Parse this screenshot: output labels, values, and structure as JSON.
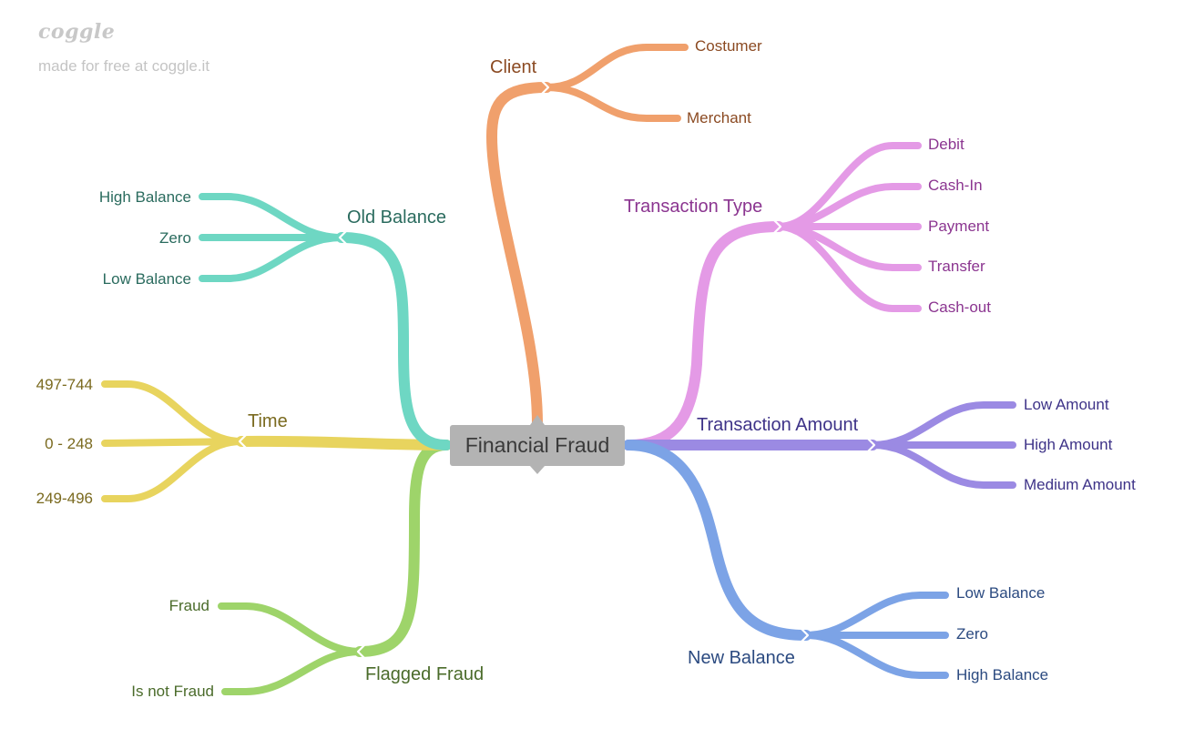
{
  "brand": {
    "logo": "coggle",
    "tagline": "made for free at coggle.it"
  },
  "root": {
    "label": "Financial Fraud"
  },
  "branches": [
    {
      "id": "client",
      "label": "Client",
      "color": "#f0a06c",
      "text_color": "#8b4a22",
      "children": [
        "Costumer",
        "Merchant"
      ]
    },
    {
      "id": "transaction-type",
      "label": "Transaction Type",
      "color": "#e49ae6",
      "text_color": "#8b3590",
      "children": [
        "Debit",
        "Cash-In",
        "Payment",
        "Transfer",
        "Cash-out"
      ]
    },
    {
      "id": "transaction-amount",
      "label": "Transaction Amount",
      "color": "#9b8ae3",
      "text_color": "#3e3388",
      "children": [
        "Low Amount",
        "High Amount",
        "Medium Amount"
      ]
    },
    {
      "id": "new-balance",
      "label": "New Balance",
      "color": "#7ca3e6",
      "text_color": "#2b4a80",
      "children": [
        "Low Balance",
        "Zero",
        "High Balance"
      ]
    },
    {
      "id": "flagged-fraud",
      "label": "Flagged Fraud",
      "color": "#9ed46a",
      "text_color": "#4a6b2a",
      "children": [
        "Fraud",
        "Is not Fraud"
      ]
    },
    {
      "id": "time",
      "label": "Time",
      "color": "#e8d45e",
      "text_color": "#7a6a1f",
      "children": [
        "497-744",
        "0 - 248",
        "249-496"
      ]
    },
    {
      "id": "old-balance",
      "label": "Old Balance",
      "color": "#6ed7c3",
      "text_color": "#2a6b5e",
      "children": [
        "High Balance",
        "Zero",
        "Low Balance"
      ]
    }
  ]
}
